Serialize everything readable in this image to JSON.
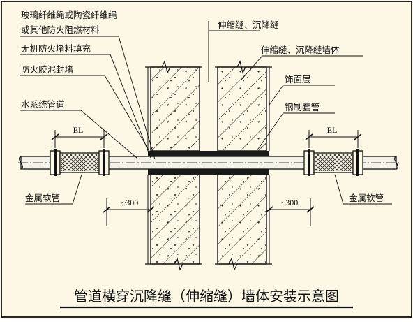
{
  "labels": {
    "fiber_rope_1": "玻璃纤维绳或陶瓷纤维绳",
    "fiber_rope_2": "或其他防火阻燃材料",
    "fill": "无机防火堵料填充",
    "mastic": "防火胶泥封堵",
    "pipe": "水系统管道",
    "joint": "伸缩缝、沉降缝",
    "joint_wall": "伸缩缝、沉降缝墙体",
    "finish": "饰面层",
    "sleeve": "钢制套管",
    "hose_left": "金属软管",
    "hose_right": "金属软管"
  },
  "dimensions": {
    "el_left": "EL",
    "el_right": "EL",
    "dist_left": "~300",
    "dist_right": "~300"
  },
  "title": "管道横穿沉降缝（伸缩缝）墙体安装示意图",
  "colors": {
    "background": "#fdf8e6",
    "ink": "#111111",
    "pipe_fill": "#f4f1e8",
    "sleeve_fill": "#1a1a1a"
  }
}
